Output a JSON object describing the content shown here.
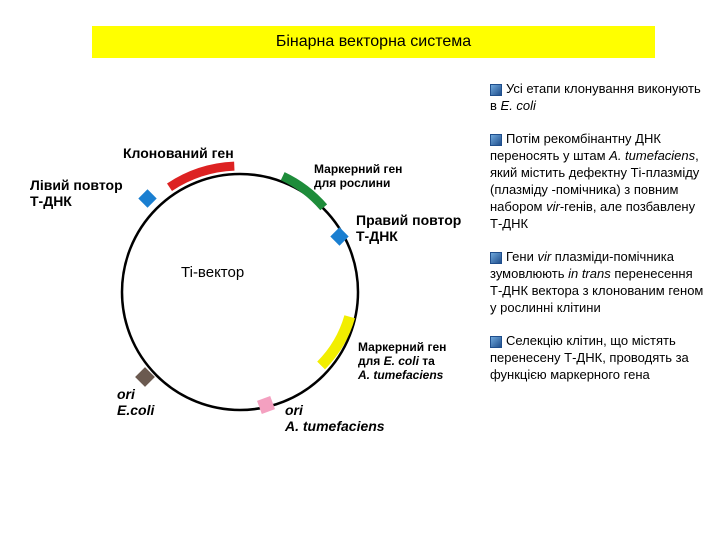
{
  "title": "Бінарна векторна система",
  "plasmid": {
    "center_label": "Ti-вектор",
    "labels": {
      "cloned_gene": "Клонований ген",
      "left_border_1": "Лівий повтор",
      "left_border_2": "Т-ДНК",
      "plant_marker_1": "Маркерний ген",
      "plant_marker_2": "для рослини",
      "right_border_1": "Правий повтор",
      "right_border_2": "Т-ДНК",
      "ecoli_marker_1": "Маркерний ген",
      "ecoli_marker_2a": "для ",
      "ecoli_marker_2b": "E. coli",
      "ecoli_marker_2c": " та",
      "ecoli_marker_3": "A. tumefaciens",
      "ori_ecoli_1": "ori",
      "ori_ecoli_2": "E.coli",
      "ori_agro_1": "ori",
      "ori_agro_2": "A. tumefaciens"
    },
    "colors": {
      "circle": "#000000",
      "cloned_gene": "#dd2222",
      "plant_marker": "#1e8c3a",
      "ecoli_marker": "#f2ee00",
      "border_repeats": "#1a7fd1",
      "ori_ecoli": "#6b5a50",
      "ori_agro": "#f4a0c0"
    }
  },
  "bullets": [
    {
      "parts": [
        {
          "t": "Усі етапи клонування виконують в "
        },
        {
          "t": "E. coli",
          "i": true
        }
      ]
    },
    {
      "parts": [
        {
          "t": "Потім рекомбінантну ДНК переносять у штам "
        },
        {
          "t": "A. tumefaciens",
          "i": true
        },
        {
          "t": ", який містить дефектну Ті-плазміду (плазміду -помічника) з повним набором "
        },
        {
          "t": "vir",
          "i": true
        },
        {
          "t": "-генів, але позбавлену Т-ДНК"
        }
      ]
    },
    {
      "parts": [
        {
          "t": "Гени "
        },
        {
          "t": "vir",
          "i": true
        },
        {
          "t": " плазміди-помічника зумовлюють "
        },
        {
          "t": "in trans",
          "i": true
        },
        {
          "t": " перенесення Т-ДНК вектора з клонованим геном у рослинні клітини"
        }
      ]
    },
    {
      "parts": [
        {
          "t": "Селекцію клітин, що містять перенесену Т-ДНК, проводять за функцією маркерного гена"
        }
      ]
    }
  ]
}
